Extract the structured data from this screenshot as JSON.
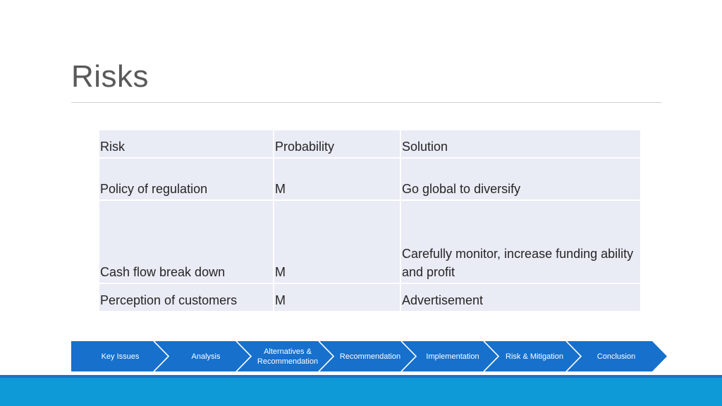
{
  "slide": {
    "title": "Risks"
  },
  "table": {
    "header": [
      "Risk",
      "Probability",
      "Solution"
    ],
    "rows": [
      [
        "Policy of regulation",
        "M",
        "Go global to diversify"
      ],
      [
        "Cash flow break down",
        "M",
        "Carefully monitor, increase funding ability and profit"
      ],
      [
        "Perception of customers",
        "M",
        "Advertisement"
      ]
    ]
  },
  "process": {
    "steps": [
      {
        "label": "Key Issues"
      },
      {
        "label": "Analysis"
      },
      {
        "label": "Alternatives & Recommendation"
      },
      {
        "label": "Recommendation"
      },
      {
        "label": "Implementation"
      },
      {
        "label": "Risk & Mitigation"
      },
      {
        "label": "Conclusion"
      }
    ]
  },
  "colors": {
    "process_fill": "#1670cc",
    "band": "#0e9ad7",
    "table_cell": "#e9ebf5"
  }
}
